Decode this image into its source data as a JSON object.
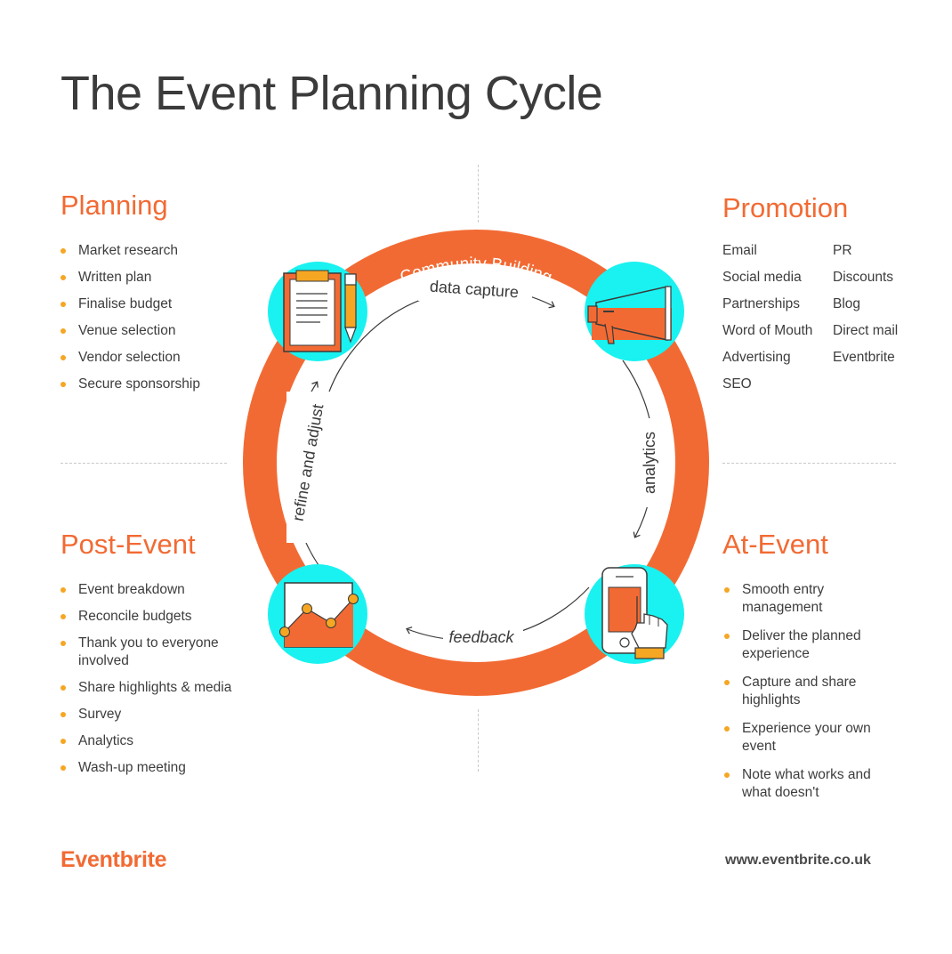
{
  "title": "The Event Planning Cycle",
  "sections": {
    "planning": {
      "title": "Planning",
      "items": [
        "Market research",
        "Written plan",
        "Finalise budget",
        "Venue selection",
        "Vendor selection",
        "Secure sponsorship"
      ]
    },
    "promotion": {
      "title": "Promotion",
      "col1": [
        "Email",
        "Social media",
        "Partnerships",
        "Word of Mouth",
        "Advertising",
        "SEO"
      ],
      "col2": [
        "PR",
        "Discounts",
        "Blog",
        "Direct mail",
        "Eventbrite"
      ]
    },
    "post_event": {
      "title": "Post-Event",
      "items": [
        "Event breakdown",
        "Reconcile budgets",
        "Thank you to everyone involved",
        "Share highlights & media",
        "Survey",
        "Analytics",
        "Wash-up meeting"
      ]
    },
    "at_event": {
      "title": "At-Event",
      "items": [
        "Smooth entry management",
        "Deliver the planned experience",
        "Capture and share highlights",
        "Experience your own event",
        "Note what works and what doesn't"
      ]
    }
  },
  "cycle": {
    "outer_label": "Community Building",
    "inner_labels": {
      "top": "data capture",
      "right": "analytics",
      "bottom": "feedback",
      "left": "refine and adjust"
    }
  },
  "footer": {
    "brand": "Eventbrite",
    "url": "www.eventbrite.co.uk"
  },
  "colors": {
    "accent": "#f26a33",
    "bullet": "#f5a623",
    "icon_bg": "#19f2f0",
    "text": "#3d3d3d"
  }
}
